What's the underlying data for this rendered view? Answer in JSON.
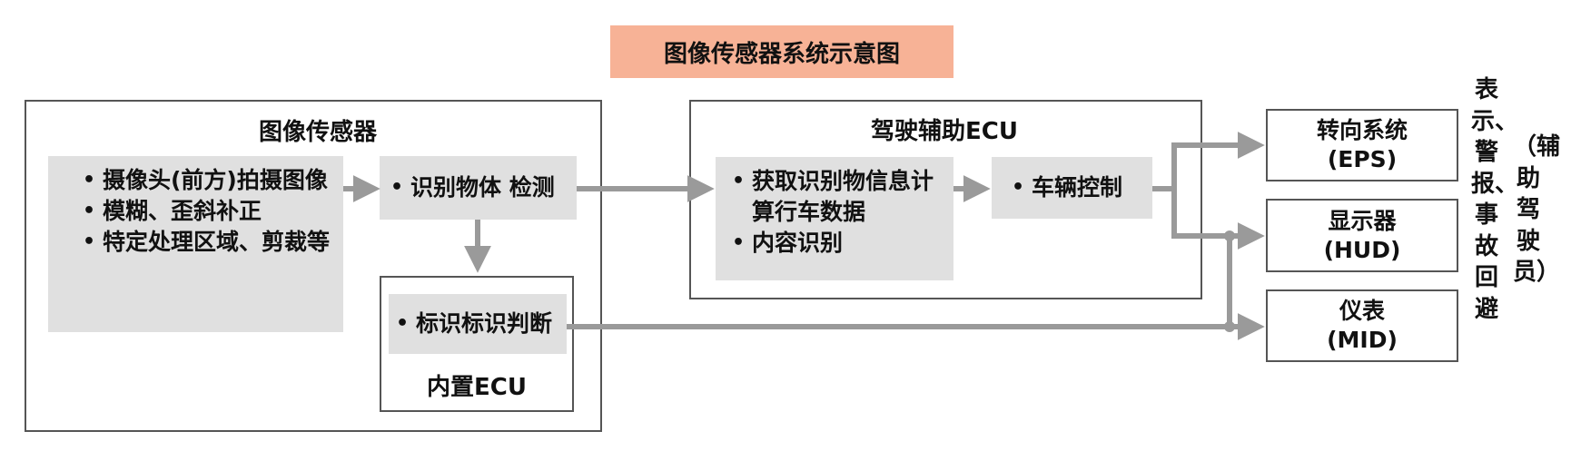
{
  "title": "图像传感器系统示意图",
  "sensor": {
    "heading": "图像传感器",
    "camera_items": [
      "摄像头(前方)拍摄图像",
      "模糊、歪斜补正",
      "特定处理区域、剪裁等"
    ],
    "detect": "识别物体 检测",
    "sign": "标识标识判断",
    "internal_ecu": "内置ECU"
  },
  "ecu": {
    "heading": "驾驶辅助ECU",
    "items": [
      "获取识别物信息计算行车数据",
      "内容识别"
    ],
    "control": "车辆控制"
  },
  "outputs": [
    {
      "name": "转向系统",
      "code": "(EPS)"
    },
    {
      "name": "显示器",
      "code": "(HUD)"
    },
    {
      "name": "仪表",
      "code": "(MID)"
    }
  ],
  "side_note": "表示、警报、事故回避",
  "side_note_2": "（辅助驾驶员）",
  "bullet": "•",
  "colors": {
    "title_bg": "#f7b296",
    "box_fill": "#e0e0e0",
    "arrow": "#9a9a9a",
    "frame": "#555555"
  }
}
